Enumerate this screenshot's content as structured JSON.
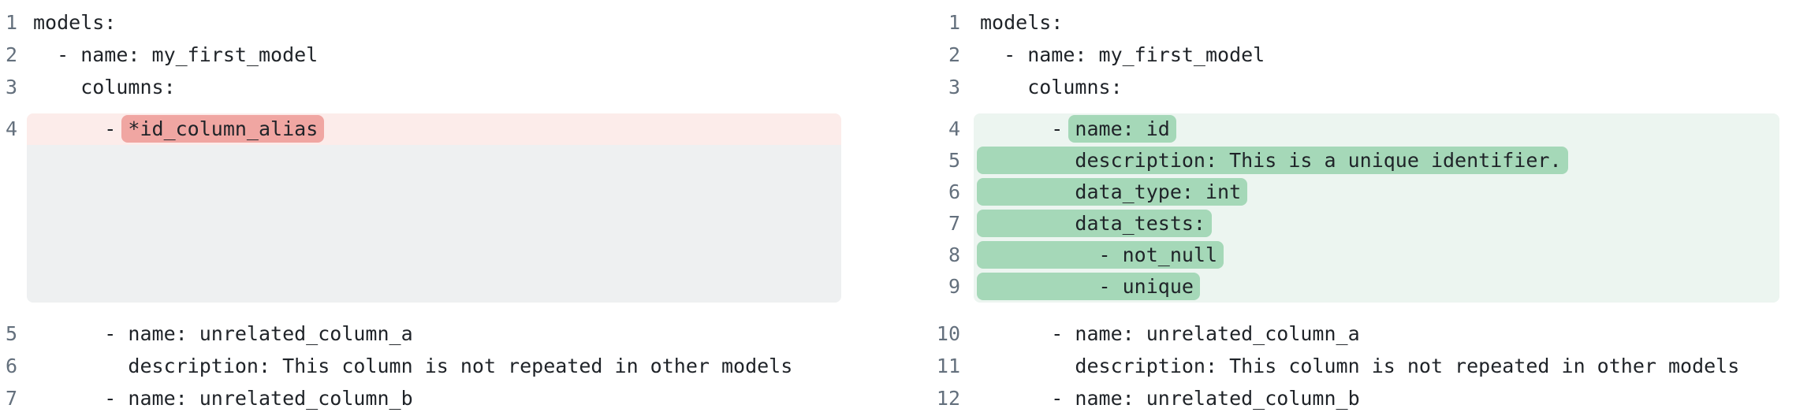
{
  "colors": {
    "background": "#ffffff",
    "code_text": "#1f2328",
    "line_number": "#64707d",
    "removed_line_bg": "#fcecea",
    "removed_token_bg": "#f0a6a2",
    "added_line_bg": "#ecf5f0",
    "added_token_bg": "#a5d8b8",
    "placeholder_bg": "#eef0f1"
  },
  "panes": [
    {
      "name": "left",
      "accent": "removed",
      "lines": [
        {
          "num": "1",
          "text": "models:"
        },
        {
          "num": "2",
          "text": "  - name: my_first_model"
        },
        {
          "num": "3",
          "text": "    columns:"
        },
        {
          "num": "4",
          "kind": "removed",
          "block": "first",
          "segments": [
            {
              "text": "      - "
            },
            {
              "text": "*id_column_alias",
              "highlight": true
            }
          ]
        },
        {
          "kind": "spacer",
          "block": "last",
          "text": ""
        },
        {
          "num": "5",
          "text": "      - name: unrelated_column_a"
        },
        {
          "num": "6",
          "text": "        description: This column is not repeated in other models"
        },
        {
          "num": "7",
          "text": "      - name: unrelated_column_b"
        }
      ]
    },
    {
      "name": "right",
      "accent": "added",
      "lines": [
        {
          "num": "1",
          "text": "models:"
        },
        {
          "num": "2",
          "text": "  - name: my_first_model"
        },
        {
          "num": "3",
          "text": "    columns:"
        },
        {
          "num": "4",
          "kind": "added",
          "block": "first",
          "segments": [
            {
              "text": "      - "
            },
            {
              "text": "name: id",
              "highlight": true
            }
          ]
        },
        {
          "num": "5",
          "kind": "added",
          "block": "mid",
          "segments": [
            {
              "text": "        description: This is a unique identifier.",
              "highlight": true,
              "full": true
            }
          ]
        },
        {
          "num": "6",
          "kind": "added",
          "block": "mid",
          "segments": [
            {
              "text": "        data_type: int",
              "highlight": true,
              "full": true
            }
          ]
        },
        {
          "num": "7",
          "kind": "added",
          "block": "mid",
          "segments": [
            {
              "text": "        data_tests:",
              "highlight": true,
              "full": true
            }
          ]
        },
        {
          "num": "8",
          "kind": "added",
          "block": "mid",
          "segments": [
            {
              "text": "          - not_null",
              "highlight": true,
              "full": true
            }
          ]
        },
        {
          "num": "9",
          "kind": "added",
          "block": "last",
          "segments": [
            {
              "text": "          - unique",
              "highlight": true,
              "full": true
            }
          ]
        },
        {
          "num": "10",
          "text": "      - name: unrelated_column_a"
        },
        {
          "num": "11",
          "text": "        description: This column is not repeated in other models"
        },
        {
          "num": "12",
          "text": "      - name: unrelated_column_b"
        }
      ]
    }
  ]
}
